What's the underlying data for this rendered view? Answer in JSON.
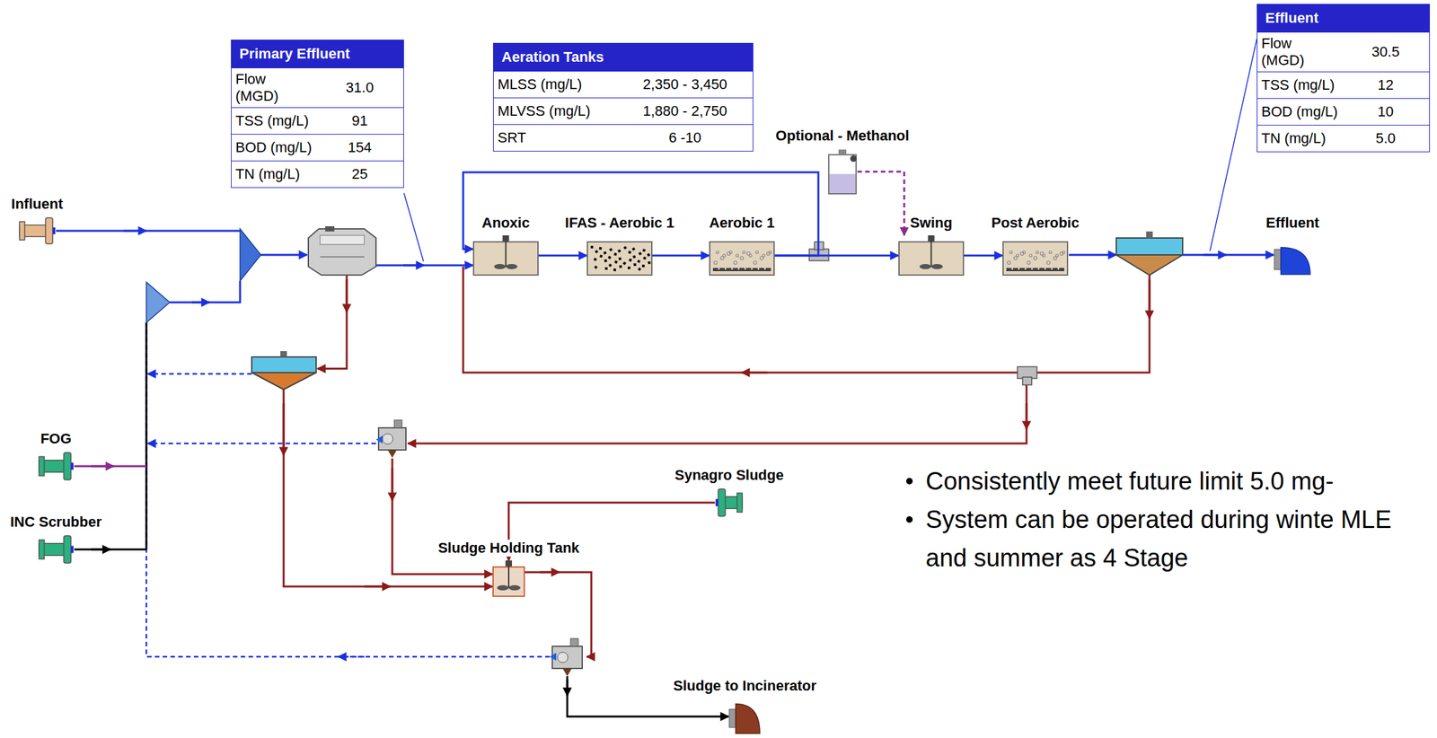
{
  "diagram": {
    "nodes": [
      {
        "text": [
          "Primary Effluent",
          "Flow (MGD)",
          "31.0",
          "TSS (mg/L)",
          "91",
          "BOD (mg/L)",
          "154",
          "TN (mg/L)",
          "25"
        ]
      },
      {
        "text": [
          "Aeration Tanks",
          "MLSS (mg/L)",
          "2,350 - 3,450",
          "MLVSS (mg/L)",
          "1,880 - 2,750",
          "SRT",
          "6 -10"
        ]
      },
      {
        "text": [
          "Effluent",
          "Flow (MGD)",
          "30.5",
          "TSS (mg/L)",
          "12",
          "BOD (mg/L)",
          "10",
          "TN (mg/L)",
          "5.0"
        ]
      },
      {
        "text": [
          "Optional - Methanol"
        ]
      },
      {
        "text": [
          "Influent"
        ]
      },
      {
        "text": [
          "Anoxic"
        ]
      },
      {
        "text": [
          "IFAS - Aerobic 1"
        ]
      },
      {
        "text": [
          "Aerobic 1"
        ]
      },
      {
        "text": [
          "Swing"
        ]
      },
      {
        "text": [
          "Post Aerobic"
        ]
      },
      {
        "text": [
          "Effluent"
        ]
      },
      {
        "text": [
          "FOG"
        ]
      },
      {
        "text": [
          "Synagro Sludge"
        ]
      },
      {
        "text": [
          "INC Scrubber"
        ]
      },
      {
        "text": [
          "Sludge Holding Tank"
        ]
      },
      {
        "text": [
          "Sludge to Incinerator"
        ]
      }
    ],
    "edges": [
      {
        "from": 5,
        "to": 6,
        "arrow": "to"
      },
      {
        "from": 6,
        "to": 7,
        "arrow": "to"
      },
      {
        "from": 7,
        "to": 8,
        "arrow": "to"
      },
      {
        "from": 8,
        "to": 9,
        "arrow": "to"
      },
      {
        "from": 7,
        "to": 5,
        "arrow": "to"
      },
      {
        "from": 3,
        "to": 8,
        "arrow": "to"
      },
      {
        "from": 12,
        "to": 14,
        "arrow": "to"
      }
    ],
    "labels": [
      "Consistently meet future limit 5.0 mg-",
      "System can be operated during winte MLE and summer as 4 Stage"
    ]
  }
}
